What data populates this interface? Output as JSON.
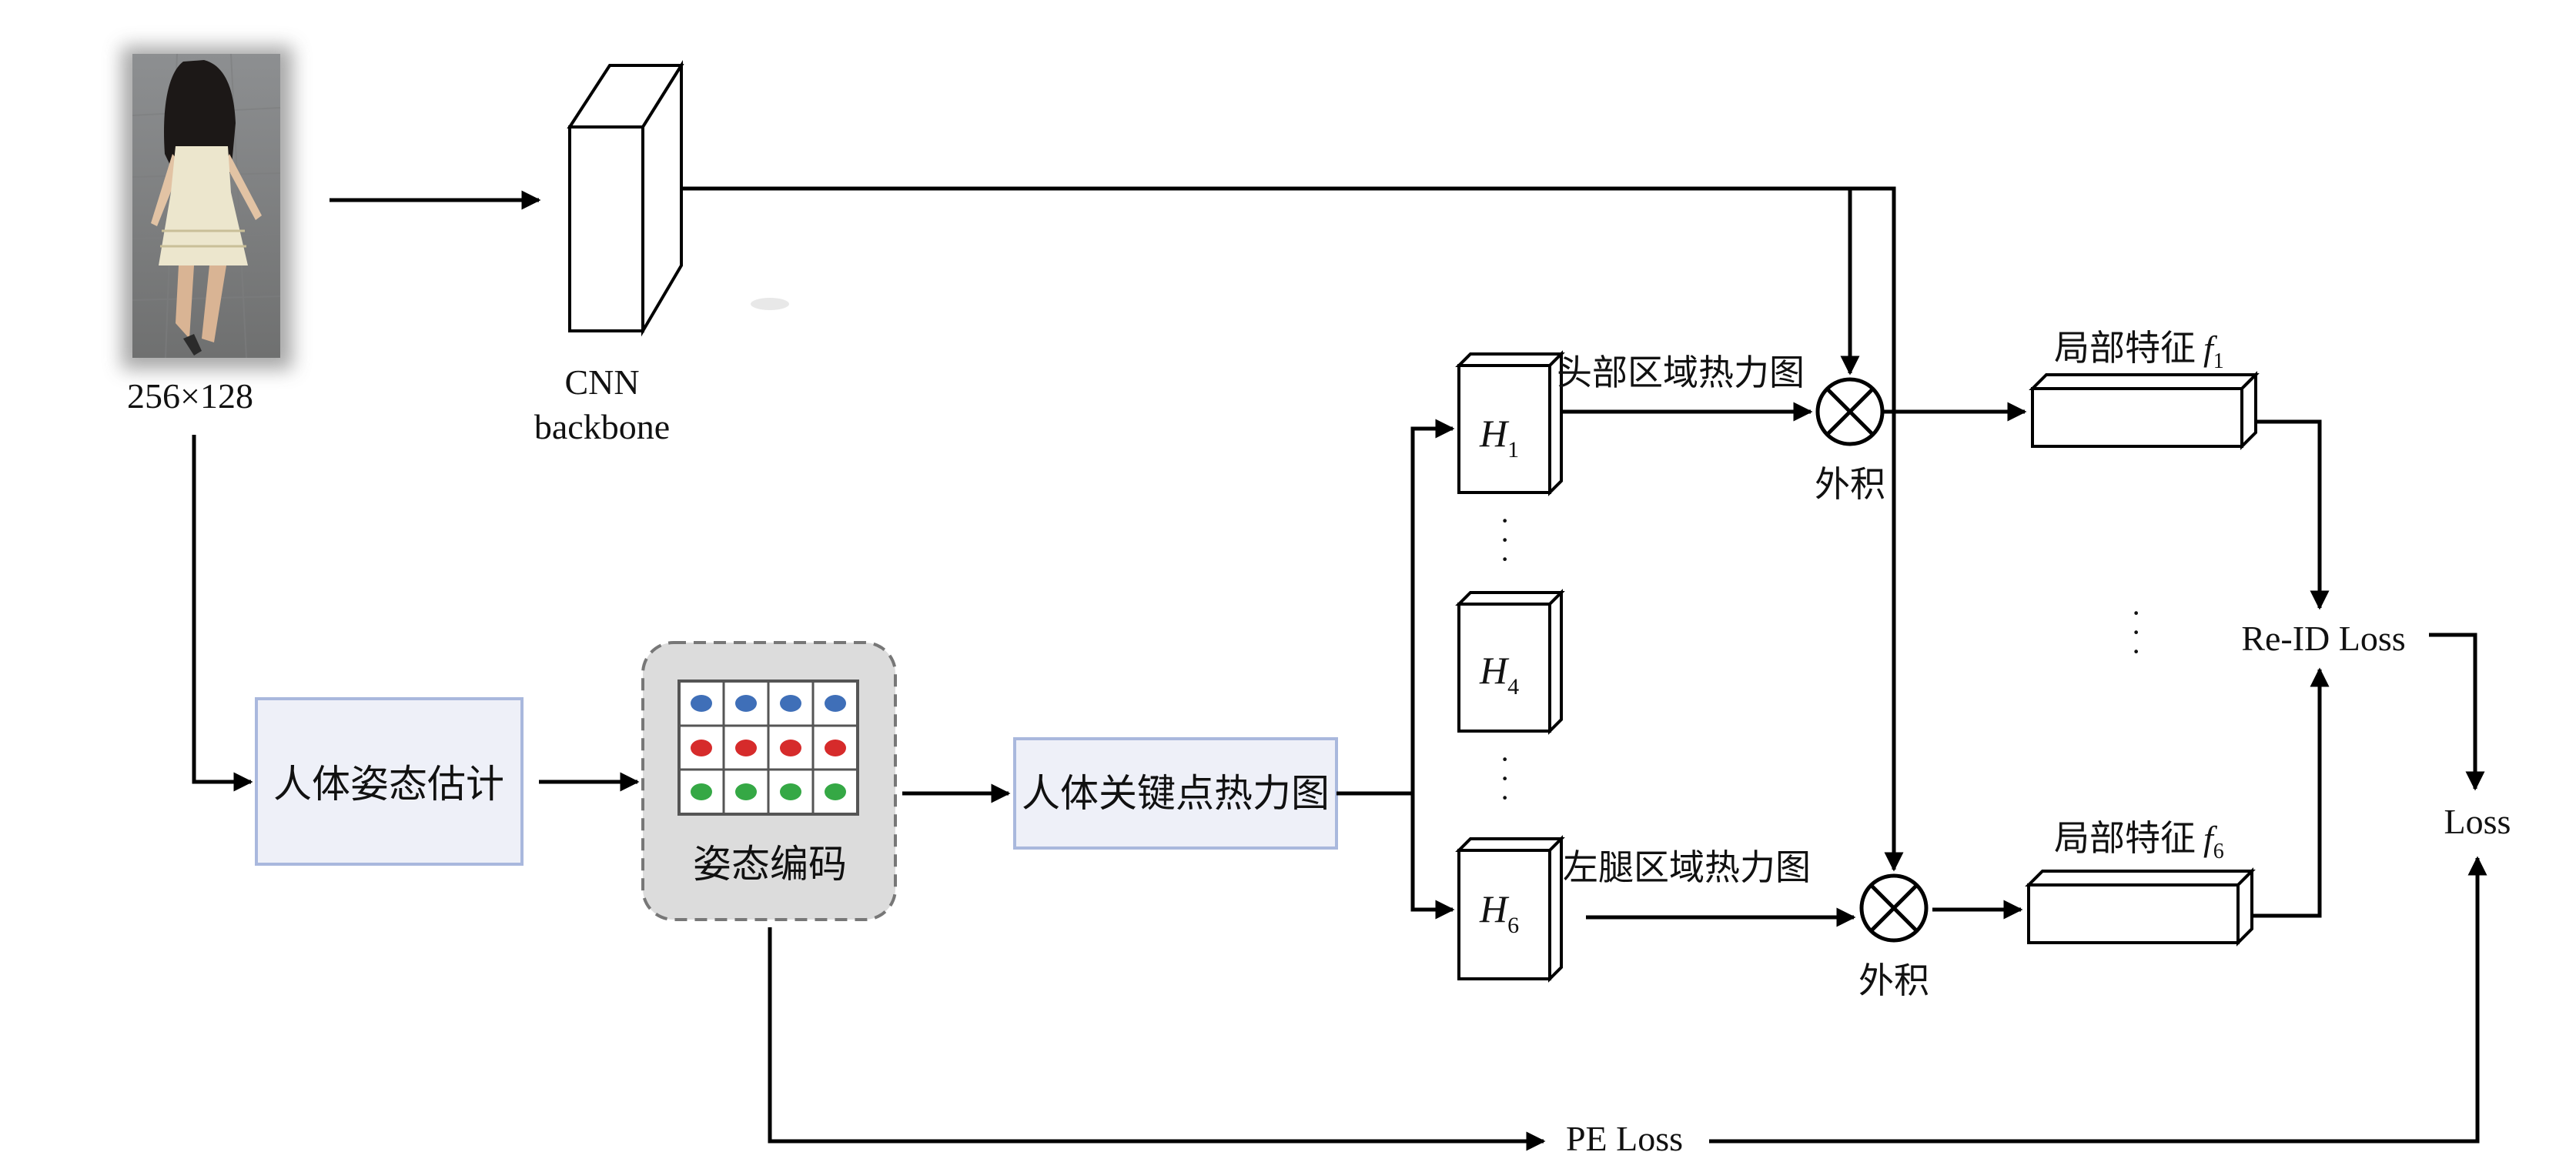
{
  "input": {
    "size_label": "256×128"
  },
  "backbone": {
    "line1": "CNN",
    "line2": "backbone"
  },
  "pose_estimation": {
    "label": "人体姿态估计"
  },
  "pose_encoding": {
    "label": "姿态编码",
    "grid_colors": [
      "#3f6fb8",
      "#d62b2b",
      "#35a845"
    ]
  },
  "keypoint_heatmap": {
    "label": "人体关键点热力图"
  },
  "heatmaps": {
    "top": {
      "symbol": "H",
      "sub": "1"
    },
    "mid": {
      "symbol": "H",
      "sub": "4"
    },
    "bottom": {
      "symbol": "H",
      "sub": "6"
    },
    "dots": "·"
  },
  "region_labels": {
    "head": "头部区域热力图",
    "leg": "左腿区域热力图"
  },
  "outer_product": {
    "label": "外积"
  },
  "local_features": {
    "f1": {
      "prefix": "局部特征",
      "symbol": "f",
      "sub": "1"
    },
    "f6": {
      "prefix": "局部特征",
      "symbol": "f",
      "sub": "6"
    },
    "dots": "·"
  },
  "losses": {
    "reid": "Re-ID Loss",
    "total": "Loss",
    "pe": "PE Loss"
  },
  "colors": {
    "soft_box_fill": "#eef0f8",
    "soft_box_stroke": "#a9b8dd",
    "encoding_fill": "#dcdcdc",
    "encoding_stroke": "#777777"
  }
}
